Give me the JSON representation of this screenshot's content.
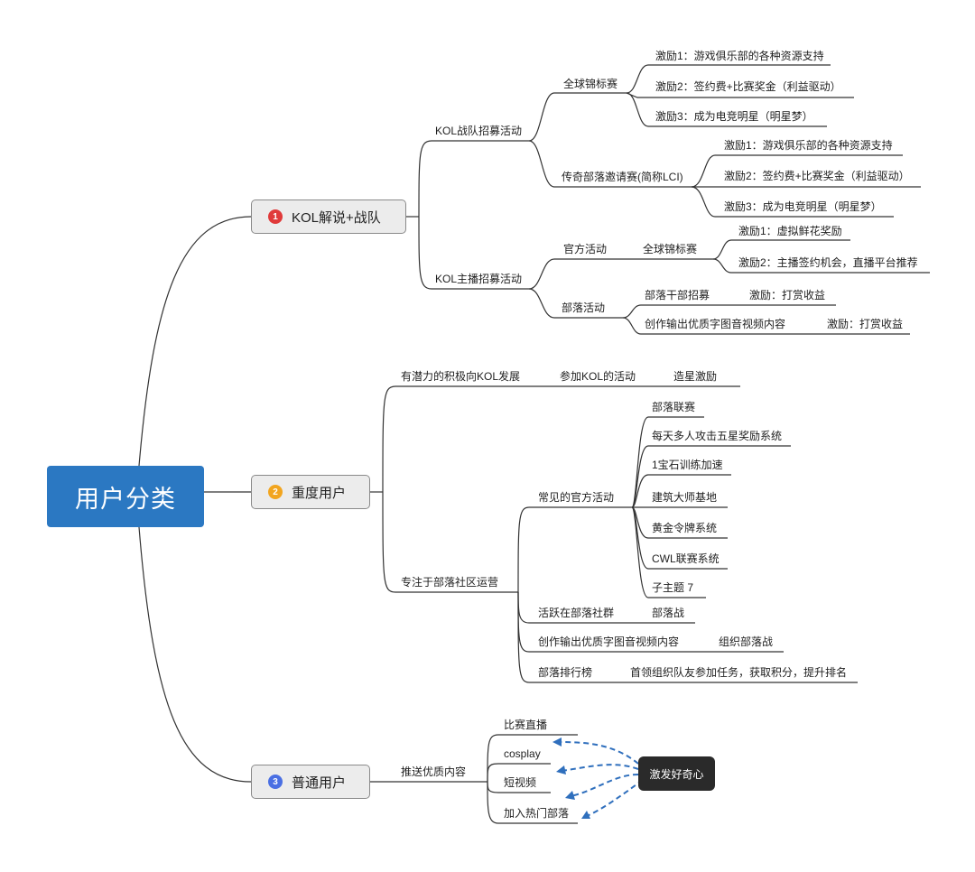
{
  "root": {
    "label": "用户分类",
    "color": "#2b78c2"
  },
  "branches": [
    {
      "num": "1",
      "label": "KOL解说+战队",
      "badge_color": "#e03a3a"
    },
    {
      "num": "2",
      "label": "重度用户",
      "badge_color": "#f2a51f"
    },
    {
      "num": "3",
      "label": "普通用户",
      "badge_color": "#4a6fe3"
    }
  ],
  "kol": {
    "team_recruit": "KOL战队招募活动",
    "global_champ": "全球锦标赛",
    "global_incentives": [
      "激励1：游戏俱乐部的各种资源支持",
      "激励2：签约费+比赛奖金（利益驱动）",
      "激励3：成为电竞明星（明星梦）"
    ],
    "lci": "传奇部落邀请赛(简称LCI)",
    "lci_incentives": [
      "激励1：游戏俱乐部的各种资源支持",
      "激励2：签约费+比赛奖金（利益驱动）",
      "激励3：成为电竞明星（明星梦）"
    ],
    "anchor_recruit": "KOL主播招募活动",
    "official": "官方活动",
    "official_champ": "全球锦标赛",
    "official_incentives": [
      "激励1：虚拟鲜花奖励",
      "激励2：主播签约机会，直播平台推荐"
    ],
    "tribe": "部落活动",
    "tribe_cadre": "部落干部招募",
    "tribe_cadre_reward": "激励：打赏收益",
    "tribe_content": "创作输出优质字图音视频内容",
    "tribe_content_reward": "激励：打赏收益"
  },
  "heavy": {
    "potential": "有潜力的积极向KOL发展",
    "join_kol": "参加KOL的活动",
    "star_incentive": "造星激励",
    "community": "专注于部落社区运营",
    "common_official": "常见的官方活动",
    "official_items": [
      "部落联赛",
      "每天多人攻击五星奖励系统",
      "1宝石训练加速",
      "建筑大师基地",
      "黄金令牌系统",
      "CWL联赛系统",
      "子主题 7"
    ],
    "active": "活跃在部落社群",
    "tribe_war": "部落战",
    "create": "创作输出优质字图音视频内容",
    "organize_war": "组织部落战",
    "ranking": "部落排行榜",
    "ranking_desc": "首领组织队友参加任务，获取积分，提升排名"
  },
  "normal": {
    "push": "推送优质内容",
    "items": [
      "比赛直播",
      "cosplay",
      "短视频",
      "加入热门部落"
    ],
    "callout": "激发好奇心"
  }
}
